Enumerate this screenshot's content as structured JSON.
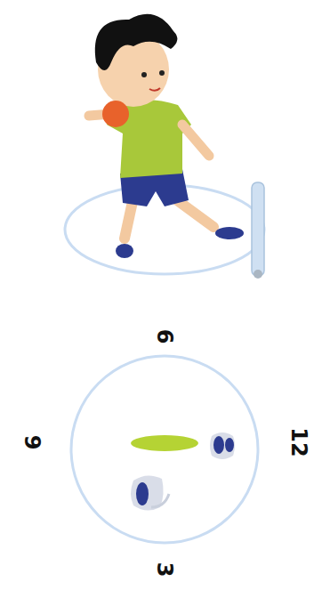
{
  "diagram": {
    "labels": [
      "6",
      "9",
      "12",
      "3"
    ]
  }
}
